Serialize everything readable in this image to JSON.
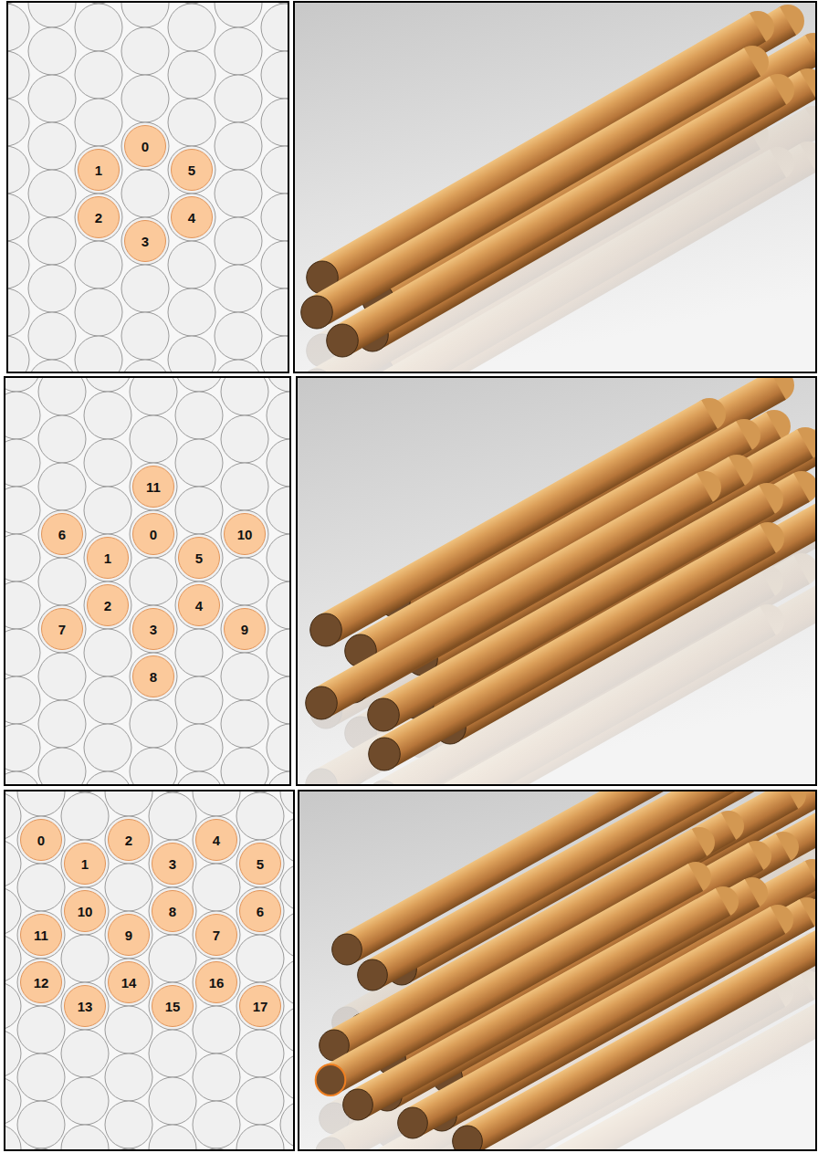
{
  "diagram": {
    "nodes": [
      {
        "text": [
          "0"
        ]
      },
      {
        "text": [
          "1"
        ]
      },
      {
        "text": [
          "2"
        ]
      },
      {
        "text": [
          "3"
        ]
      },
      {
        "text": [
          "4"
        ]
      },
      {
        "text": [
          "5"
        ]
      },
      {
        "text": [
          "0"
        ]
      },
      {
        "text": [
          "1"
        ]
      },
      {
        "text": [
          "2"
        ]
      },
      {
        "text": [
          "3"
        ]
      },
      {
        "text": [
          "4"
        ]
      },
      {
        "text": [
          "5"
        ]
      },
      {
        "text": [
          "6"
        ]
      },
      {
        "text": [
          "7"
        ]
      },
      {
        "text": [
          "8"
        ]
      },
      {
        "text": [
          "9"
        ]
      },
      {
        "text": [
          "10"
        ]
      },
      {
        "text": [
          "11"
        ]
      },
      {
        "text": [
          "0"
        ]
      },
      {
        "text": [
          "1"
        ]
      },
      {
        "text": [
          "2"
        ]
      },
      {
        "text": [
          "3"
        ]
      },
      {
        "text": [
          "4"
        ]
      },
      {
        "text": [
          "5"
        ]
      },
      {
        "text": [
          "6"
        ]
      },
      {
        "text": [
          "7"
        ]
      },
      {
        "text": [
          "8"
        ]
      },
      {
        "text": [
          "9"
        ]
      },
      {
        "text": [
          "10"
        ]
      },
      {
        "text": [
          "11"
        ]
      },
      {
        "text": [
          "12"
        ]
      },
      {
        "text": [
          "13"
        ]
      },
      {
        "text": [
          "14"
        ]
      },
      {
        "text": [
          "15"
        ]
      },
      {
        "text": [
          "16"
        ]
      },
      {
        "text": [
          "17"
        ]
      }
    ]
  }
}
